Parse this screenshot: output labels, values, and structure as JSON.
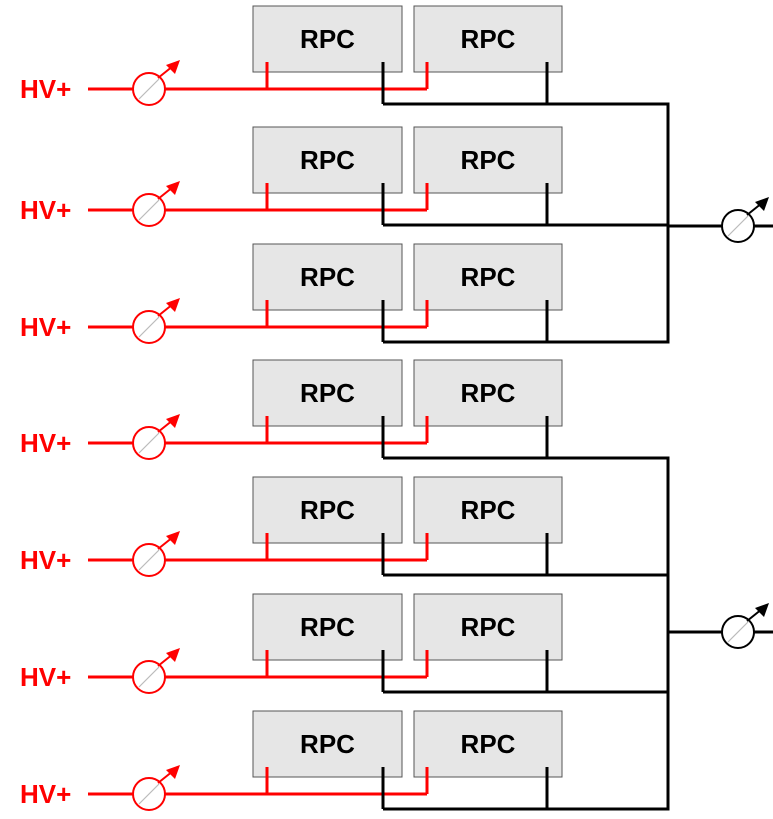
{
  "colors": {
    "hv": "#ff0000",
    "return": "#000000",
    "box_fill": "#e6e6e6",
    "box_stroke": "#555555"
  },
  "diagram": {
    "rpc_label": "RPC",
    "hv_label": "HV+",
    "rows": [
      {
        "name": "row-1",
        "chambers": [
          "RPC",
          "RPC"
        ],
        "supply": "HV+",
        "group": 1
      },
      {
        "name": "row-2",
        "chambers": [
          "RPC",
          "RPC"
        ],
        "supply": "HV+",
        "group": 1
      },
      {
        "name": "row-3",
        "chambers": [
          "RPC",
          "RPC"
        ],
        "supply": "HV+",
        "group": 1
      },
      {
        "name": "row-4",
        "chambers": [
          "RPC",
          "RPC"
        ],
        "supply": "HV+",
        "group": 2
      },
      {
        "name": "row-5",
        "chambers": [
          "RPC",
          "RPC"
        ],
        "supply": "HV+",
        "group": 2
      },
      {
        "name": "row-6",
        "chambers": [
          "RPC",
          "RPC"
        ],
        "supply": "HV+",
        "group": 2
      },
      {
        "name": "row-7",
        "chambers": [
          "RPC",
          "RPC"
        ],
        "supply": "HV+",
        "group": 2
      }
    ],
    "return_meters": [
      {
        "name": "return-meter-group-1",
        "group": 1
      },
      {
        "name": "return-meter-group-2",
        "group": 2
      }
    ],
    "icons": {
      "hv_meter": "current-meter-icon",
      "return_meter": "current-meter-icon"
    }
  }
}
